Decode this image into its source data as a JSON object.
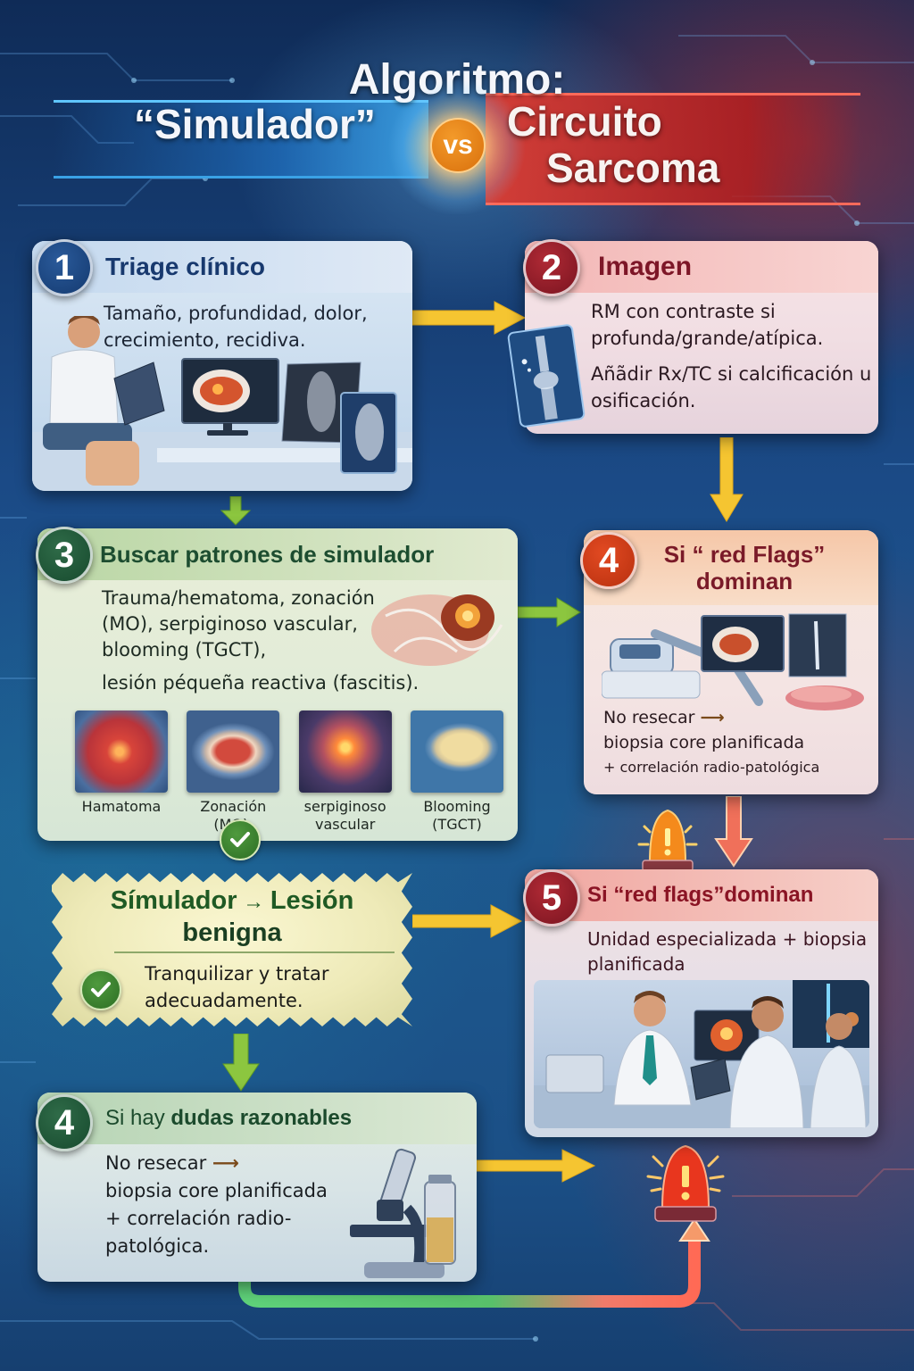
{
  "header": {
    "title": "Algoritmo:",
    "left_label": "“Simulador”",
    "vs_label": "vs",
    "right_label_line1": "Circuito",
    "right_label_line2": "Sarcoma"
  },
  "colors": {
    "blue_accent": "#18396e",
    "red_accent": "#7d1627",
    "green_accent": "#1d4d30",
    "orange_badge": "#e2761a",
    "arrow_yellow": "#f5c531",
    "arrow_green": "#8cc63f",
    "alarm_red": "#e8361e"
  },
  "steps": {
    "step1": {
      "number": "1",
      "title": "Triage clínico",
      "text": "Tamaño, profundidad, dolor, crecimiento, recidiva.",
      "illustration": "patient-with-clipboard-and-monitors"
    },
    "step2": {
      "number": "2",
      "title": "Imagen",
      "text1": "RM con contraste si profunda/grande/atípica.",
      "text2": "Añãdir Rx/TC si calcificación u osificación.",
      "illustration": "xray-film"
    },
    "step3": {
      "number": "3",
      "title": "Buscar patrones de simulador",
      "text1": "Trauma/hematoma, zonación (MO), serpiginoso vascular, blooming (TGCT),",
      "text2": "lesión péqueña reactiva (fascitis).",
      "thumbnails": [
        {
          "caption": "Hamatoma",
          "icon": "hematoma-image"
        },
        {
          "caption": "Zonación (MO),",
          "icon": "zonacion-image"
        },
        {
          "caption": "serpiginoso vascular",
          "icon": "serpiginoso-image"
        },
        {
          "caption": "Blooming (TGCT)",
          "icon": "blooming-image"
        }
      ]
    },
    "step4_red": {
      "number": "4",
      "title": "Si “ red Flags” dominan",
      "text1": "No resecar",
      "text2": "biopsia core planificada",
      "text3": "+ correlación radio-patológica",
      "illustration": "ultrasound-probe-and-monitors"
    },
    "benign": {
      "title_part1": "Símulador",
      "title_part2": "Lesión",
      "title_line2": "benigna",
      "text": "Tranquilizar y tratar adecuadamente.",
      "icon": "check-icon"
    },
    "step5": {
      "number": "5",
      "title": "Si “red flags”dominan",
      "text": "Unidad especializada + biopsia planificada",
      "illustration": "doctors-consultation"
    },
    "step4_doubt": {
      "number": "4",
      "title_part1": "Si hay",
      "title_part2": "dudas razonables",
      "text1": "No resecar",
      "text2": "biopsia core planificada",
      "text3": "+ correlación radio-",
      "text4": "patológica.",
      "illustration": "microscope-and-vial"
    }
  }
}
